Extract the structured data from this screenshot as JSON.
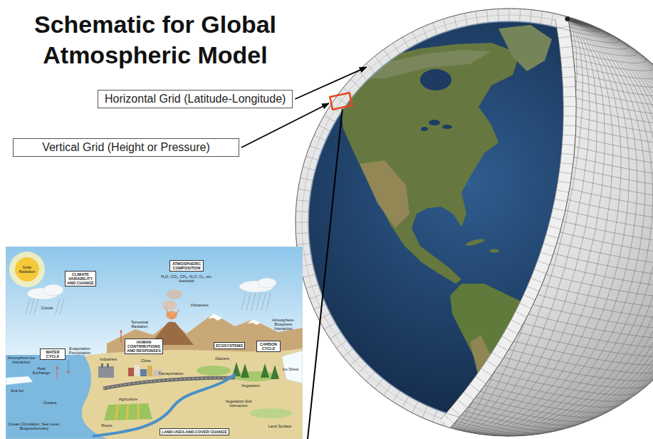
{
  "diagram": {
    "title": "Schematic for Global Atmospheric Model",
    "nodes": [
      {
        "text": [
          "Horizontal Grid (Latitude-Longitude)"
        ]
      },
      {
        "text": [
          "Vertical Grid (Height or Pressure)"
        ]
      },
      {
        "text": [
          "CLIMATE VARIABILITY AND CHANGE"
        ]
      },
      {
        "text": [
          "ATMOSPHERIC COMPOSITION"
        ]
      },
      {
        "text": [
          "WATER CYCLE"
        ]
      },
      {
        "text": [
          "HUMAN CONTRIBUTIONS AND RESPONSES"
        ]
      },
      {
        "text": [
          "ECOSYSTEMS"
        ]
      },
      {
        "text": [
          "CARBON CYCLE"
        ]
      },
      {
        "text": [
          "LAND-USE/LAND-COVER CHANGE"
        ]
      }
    ],
    "labels": [
      "Solar Radiation",
      "H₂O, CO₂, CH₄, N₂O, O₃, etc. Aerosols",
      "Clouds",
      "Volcanoes",
      "Terrestrial Radiation",
      "Atmosphere-Biosphere Interaction",
      "Evaporation Precipitation",
      "Industries",
      "Atmosphere-Ice Interaction",
      "Cities",
      "Glaciers",
      "Heat Exchange",
      "Ice Sheet",
      "Transportation",
      "Vegetation",
      "Sea Ice",
      "Oceans",
      "Agriculture",
      "Vegetation-Soil Interaction",
      "Rivers",
      "Land Surface",
      "Ocean Circulation, Sea Level, Biogeochemistry"
    ]
  }
}
